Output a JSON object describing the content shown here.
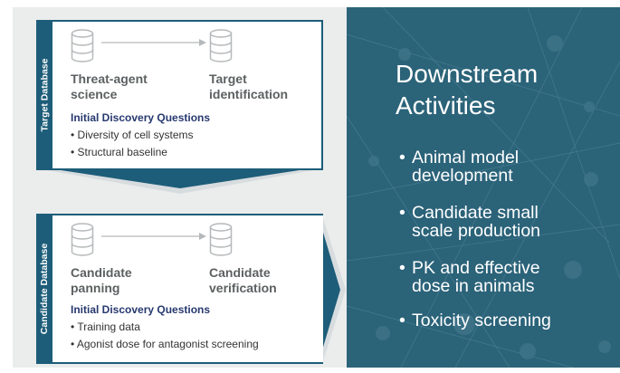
{
  "sections": [
    {
      "side_label": "Target Database",
      "nodes": [
        {
          "label": "Threat-agent science"
        },
        {
          "label": "Target identification"
        }
      ],
      "questions_title": "Initial Discovery Questions",
      "questions": [
        "• Diversity of cell systems",
        "• Structural baseline"
      ]
    },
    {
      "side_label": "Candidate Database",
      "nodes": [
        {
          "label": "Candidate panning"
        },
        {
          "label": "Candidate verification"
        }
      ],
      "questions_title": "Initial Discovery Questions",
      "questions": [
        "• Training data",
        "• Agonist dose for antagonist screening"
      ]
    }
  ],
  "right": {
    "title_line1": "Downstream",
    "title_line2": "Activities",
    "activities": [
      {
        "bullet": "•",
        "line1": "Animal model",
        "line2": "development"
      },
      {
        "bullet": "•",
        "line1": "Candidate small",
        "line2": "scale production"
      },
      {
        "bullet": "•",
        "line1": "PK and effective",
        "line2": "dose in animals"
      },
      {
        "bullet": "•",
        "line1": "Toxicity screening",
        "line2": ""
      }
    ]
  },
  "colors": {
    "primary": "#1d5d79",
    "right_panel": "#2b6379",
    "question_title": "#27396f",
    "panel_bg": "#ebecec"
  },
  "icons": [
    "database-icon",
    "right-arrow-icon",
    "chevron-down-arrow",
    "chevron-right-arrow"
  ]
}
